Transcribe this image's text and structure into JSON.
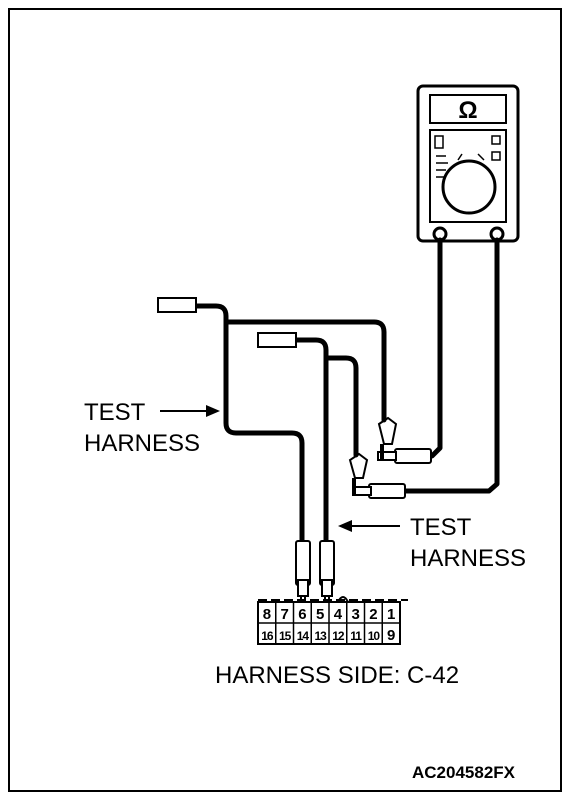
{
  "meter": {
    "display_symbol": "Ω"
  },
  "labels": {
    "test_harness_left": [
      "TEST",
      "HARNESS"
    ],
    "test_harness_right": [
      "TEST",
      "HARNESS"
    ],
    "harness_side": "HARNESS SIDE: C-42",
    "figure_code": "AC204582FX"
  },
  "connector": {
    "top_row": [
      "8",
      "7",
      "6",
      "5",
      "4",
      "3",
      "2",
      "1"
    ],
    "bottom_row": [
      "16",
      "15",
      "14",
      "13",
      "12",
      "11",
      "10",
      "9"
    ]
  },
  "colors": {
    "line": "#000000",
    "background": "#ffffff"
  }
}
